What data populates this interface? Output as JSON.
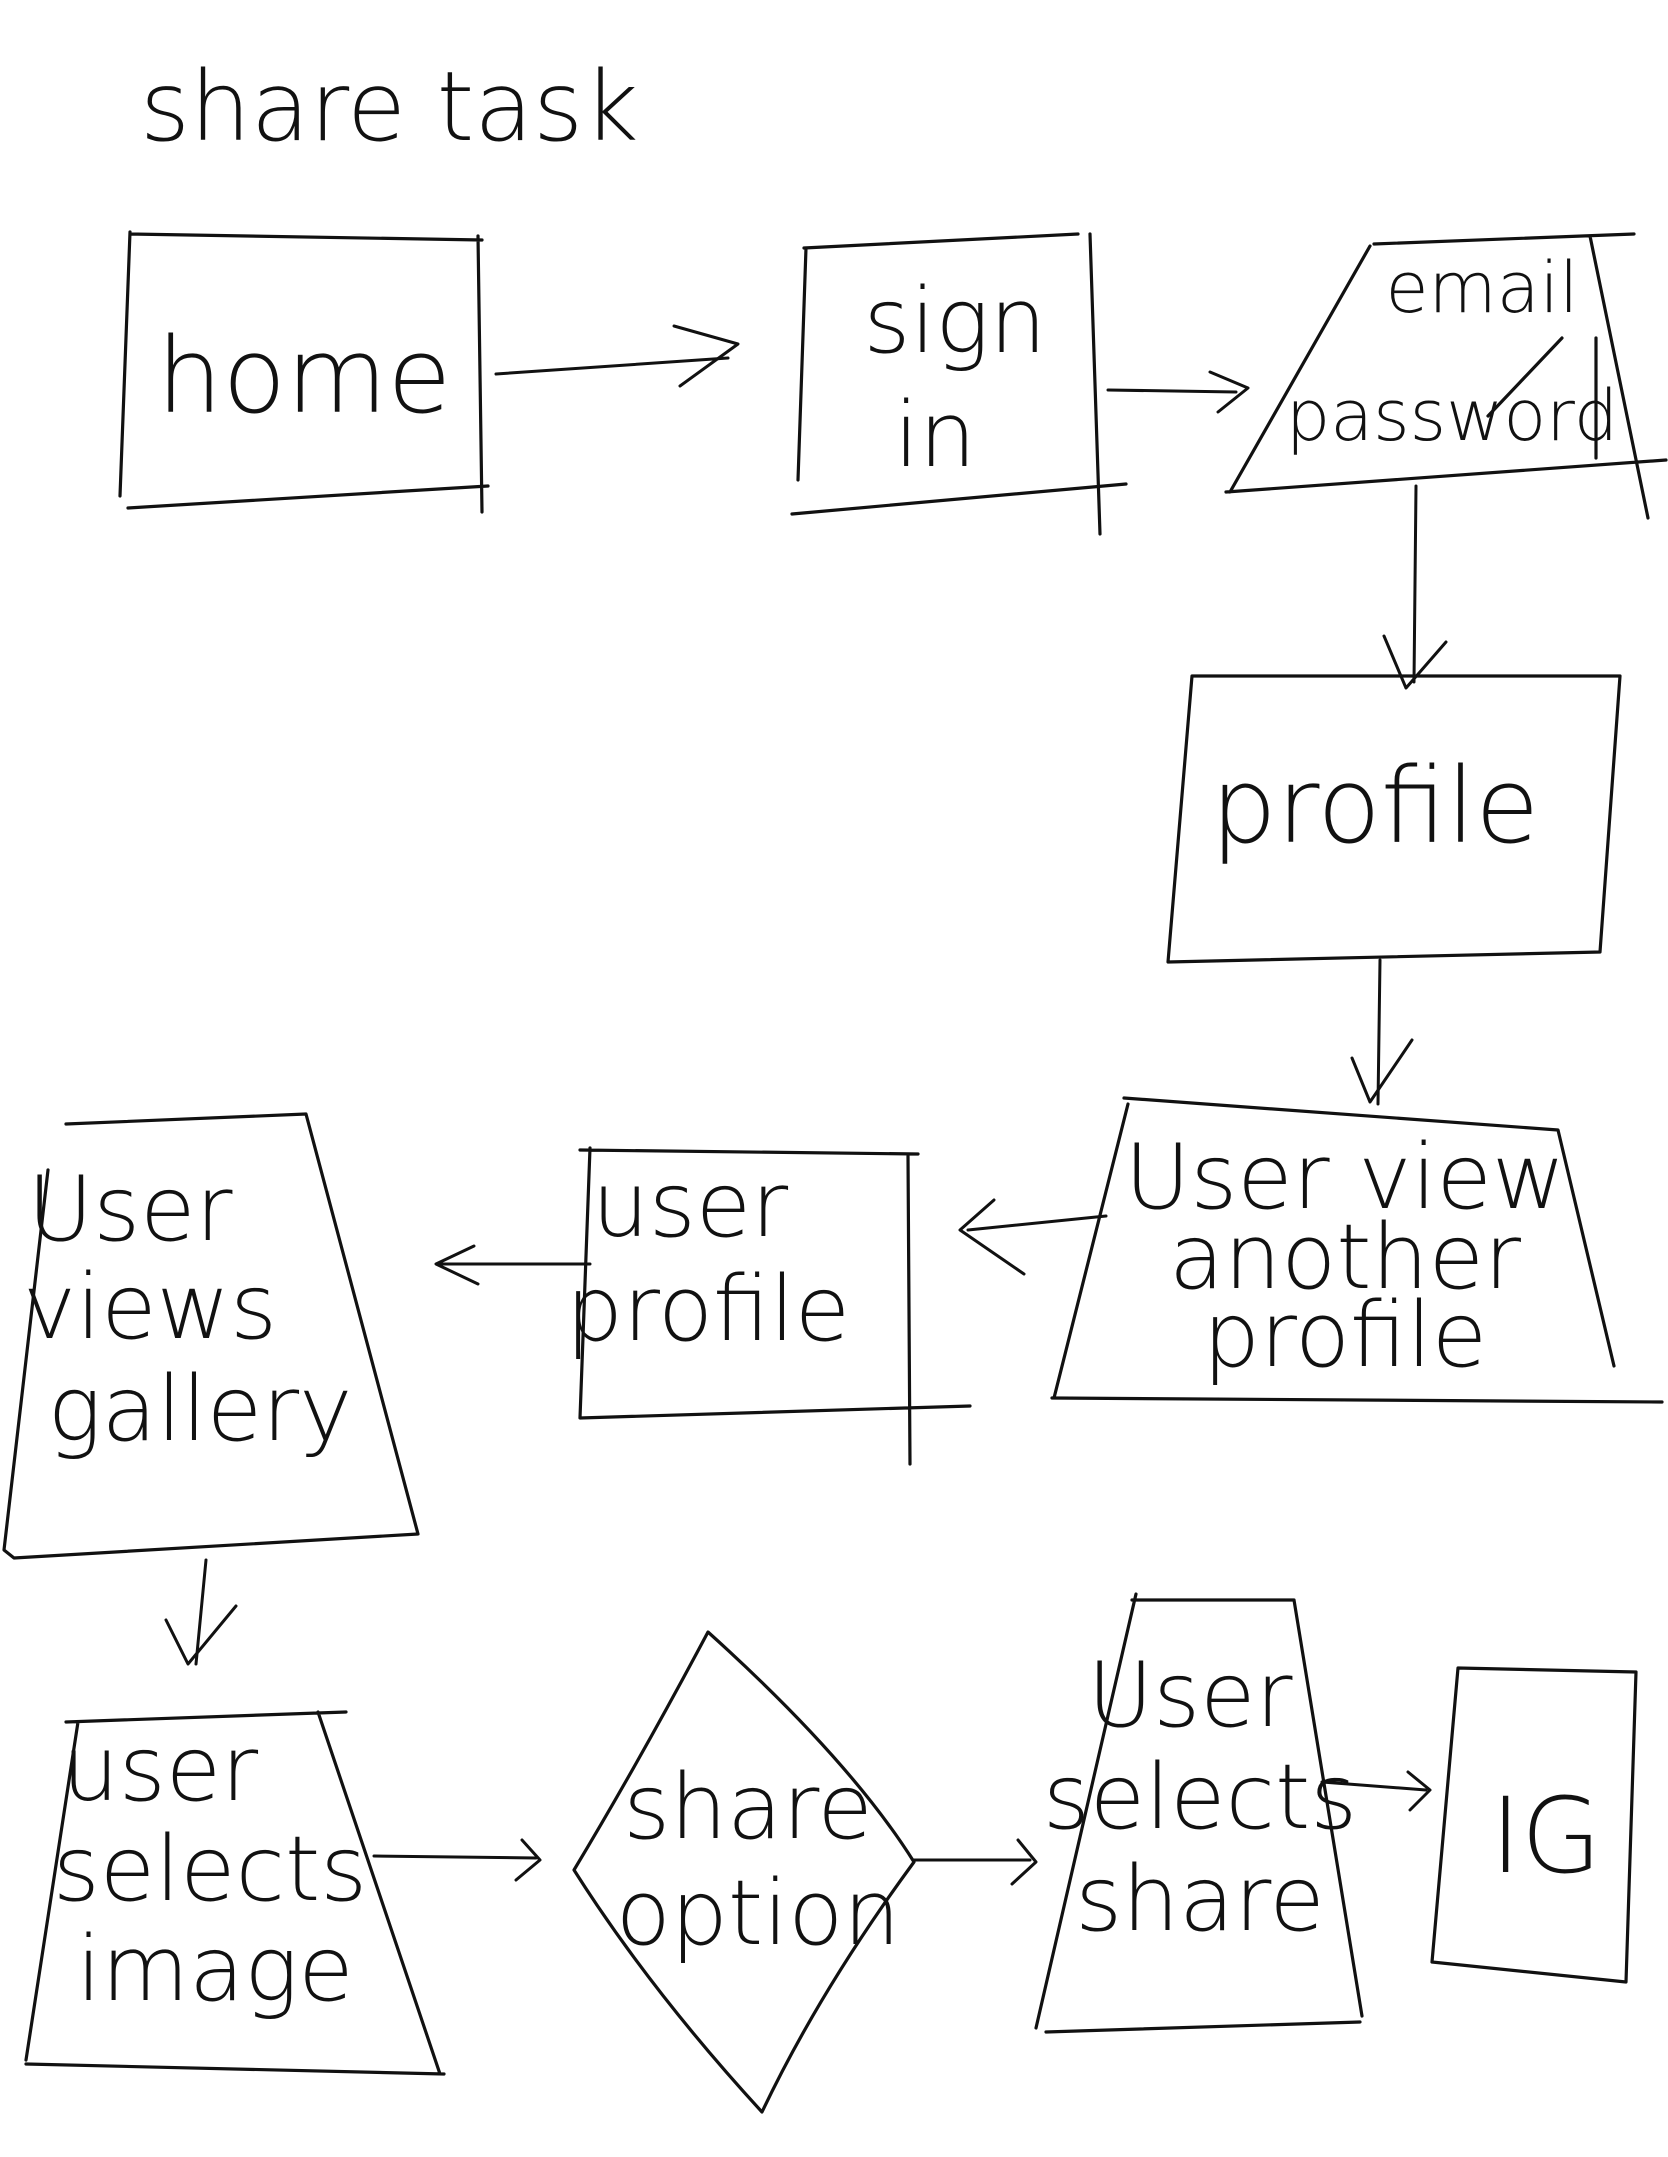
{
  "diagram": {
    "title": "share task",
    "colors": {
      "ink": "#111111",
      "paper": "#ffffff"
    },
    "nodes": [
      {
        "id": "home",
        "shape": "rectangle",
        "lines": [
          "home"
        ]
      },
      {
        "id": "sign-in",
        "shape": "rectangle",
        "lines": [
          "sign",
          "in"
        ]
      },
      {
        "id": "credentials",
        "shape": "trapezoid",
        "lines": [
          "email",
          "password"
        ]
      },
      {
        "id": "profile",
        "shape": "rectangle",
        "lines": [
          "profile"
        ]
      },
      {
        "id": "user-view-another-profile",
        "shape": "trapezoid",
        "lines": [
          "User view",
          "another",
          "profile"
        ]
      },
      {
        "id": "user-profile",
        "shape": "rectangle",
        "lines": [
          "user",
          "profile"
        ]
      },
      {
        "id": "user-views-gallery",
        "shape": "trapezoid",
        "lines": [
          "User",
          "views",
          "gallery"
        ]
      },
      {
        "id": "user-selects-image",
        "shape": "trapezoid",
        "lines": [
          "user",
          "selects",
          "image"
        ]
      },
      {
        "id": "share-option",
        "shape": "diamond",
        "lines": [
          "share",
          "option"
        ]
      },
      {
        "id": "user-selects-share",
        "shape": "trapezoid",
        "lines": [
          "User",
          "selects",
          "share"
        ]
      },
      {
        "id": "ig",
        "shape": "rectangle",
        "lines": [
          "IG"
        ]
      }
    ],
    "edges": [
      {
        "from": "home",
        "to": "sign-in"
      },
      {
        "from": "sign-in",
        "to": "credentials"
      },
      {
        "from": "credentials",
        "to": "profile"
      },
      {
        "from": "profile",
        "to": "user-view-another-profile"
      },
      {
        "from": "user-view-another-profile",
        "to": "user-profile"
      },
      {
        "from": "user-profile",
        "to": "user-views-gallery"
      },
      {
        "from": "user-views-gallery",
        "to": "user-selects-image"
      },
      {
        "from": "user-selects-image",
        "to": "share-option"
      },
      {
        "from": "share-option",
        "to": "user-selects-share"
      },
      {
        "from": "user-selects-share",
        "to": "ig"
      }
    ]
  }
}
